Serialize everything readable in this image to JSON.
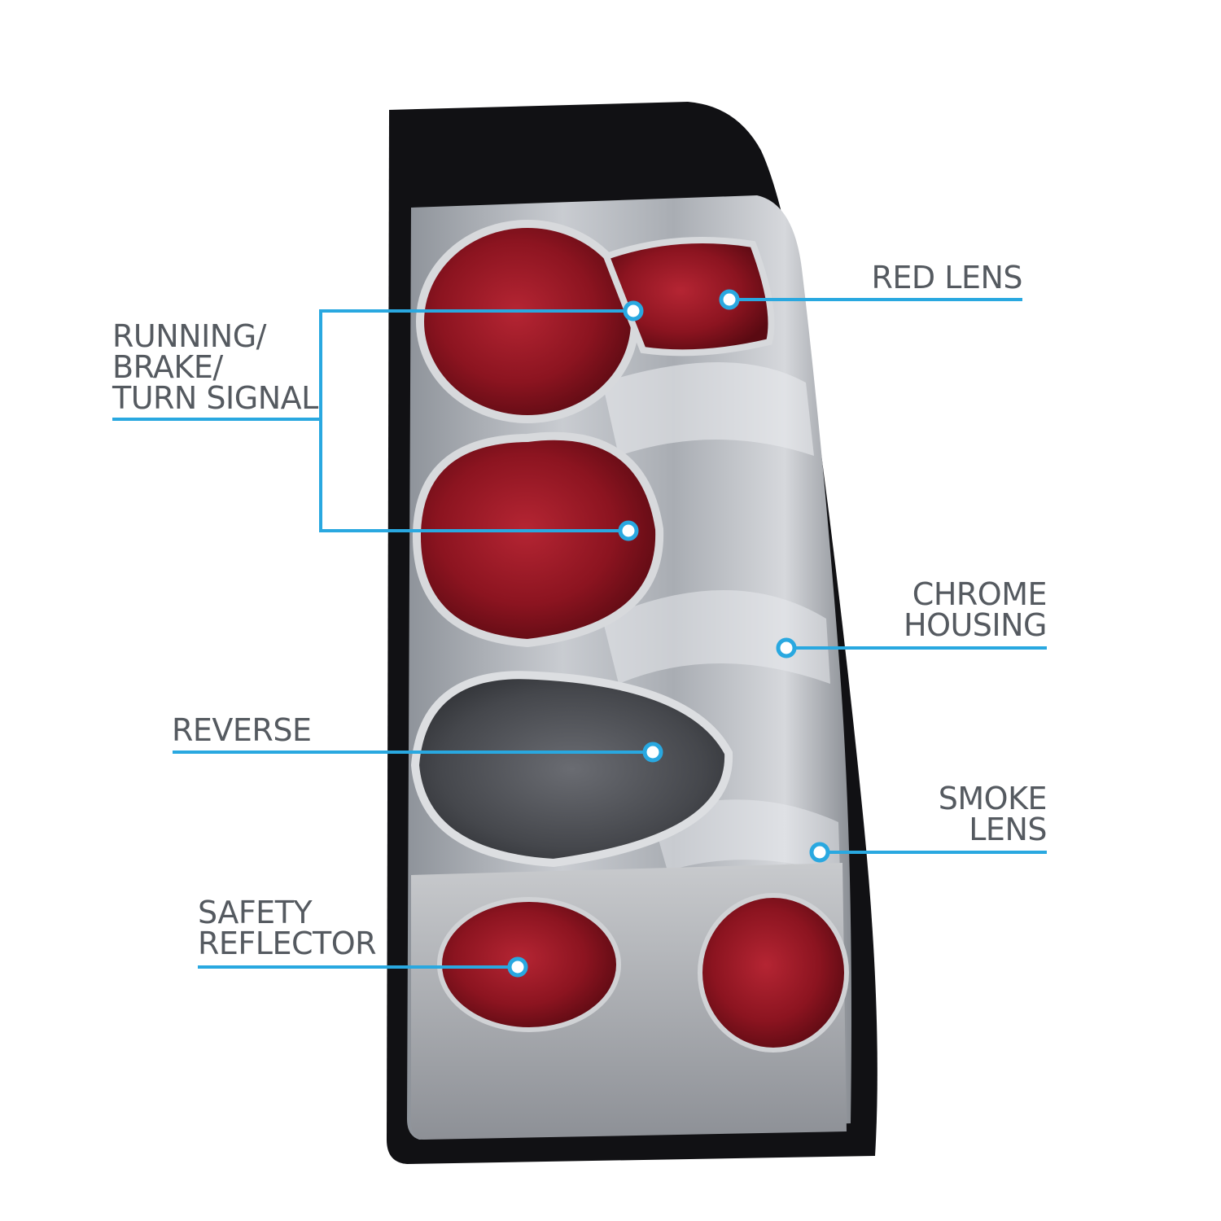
{
  "labels": {
    "red_lens": [
      "RED LENS"
    ],
    "running_brake_turn": [
      "RUNNING/",
      "BRAKE/",
      "TURN SIGNAL"
    ],
    "chrome_housing": [
      "CHROME",
      "HOUSING"
    ],
    "reverse": [
      "REVERSE"
    ],
    "smoke_lens": [
      "SMOKE",
      "LENS"
    ],
    "safety_reflector": [
      "SAFETY",
      "REFLECTOR"
    ]
  },
  "colors": {
    "callout_line": "#29a8e0",
    "label_text": "#555a60",
    "housing_frame": "#111114",
    "chrome": "#b8bcc2",
    "red_lens": "#8c1420",
    "smoke_lens": "#4a4c52"
  }
}
